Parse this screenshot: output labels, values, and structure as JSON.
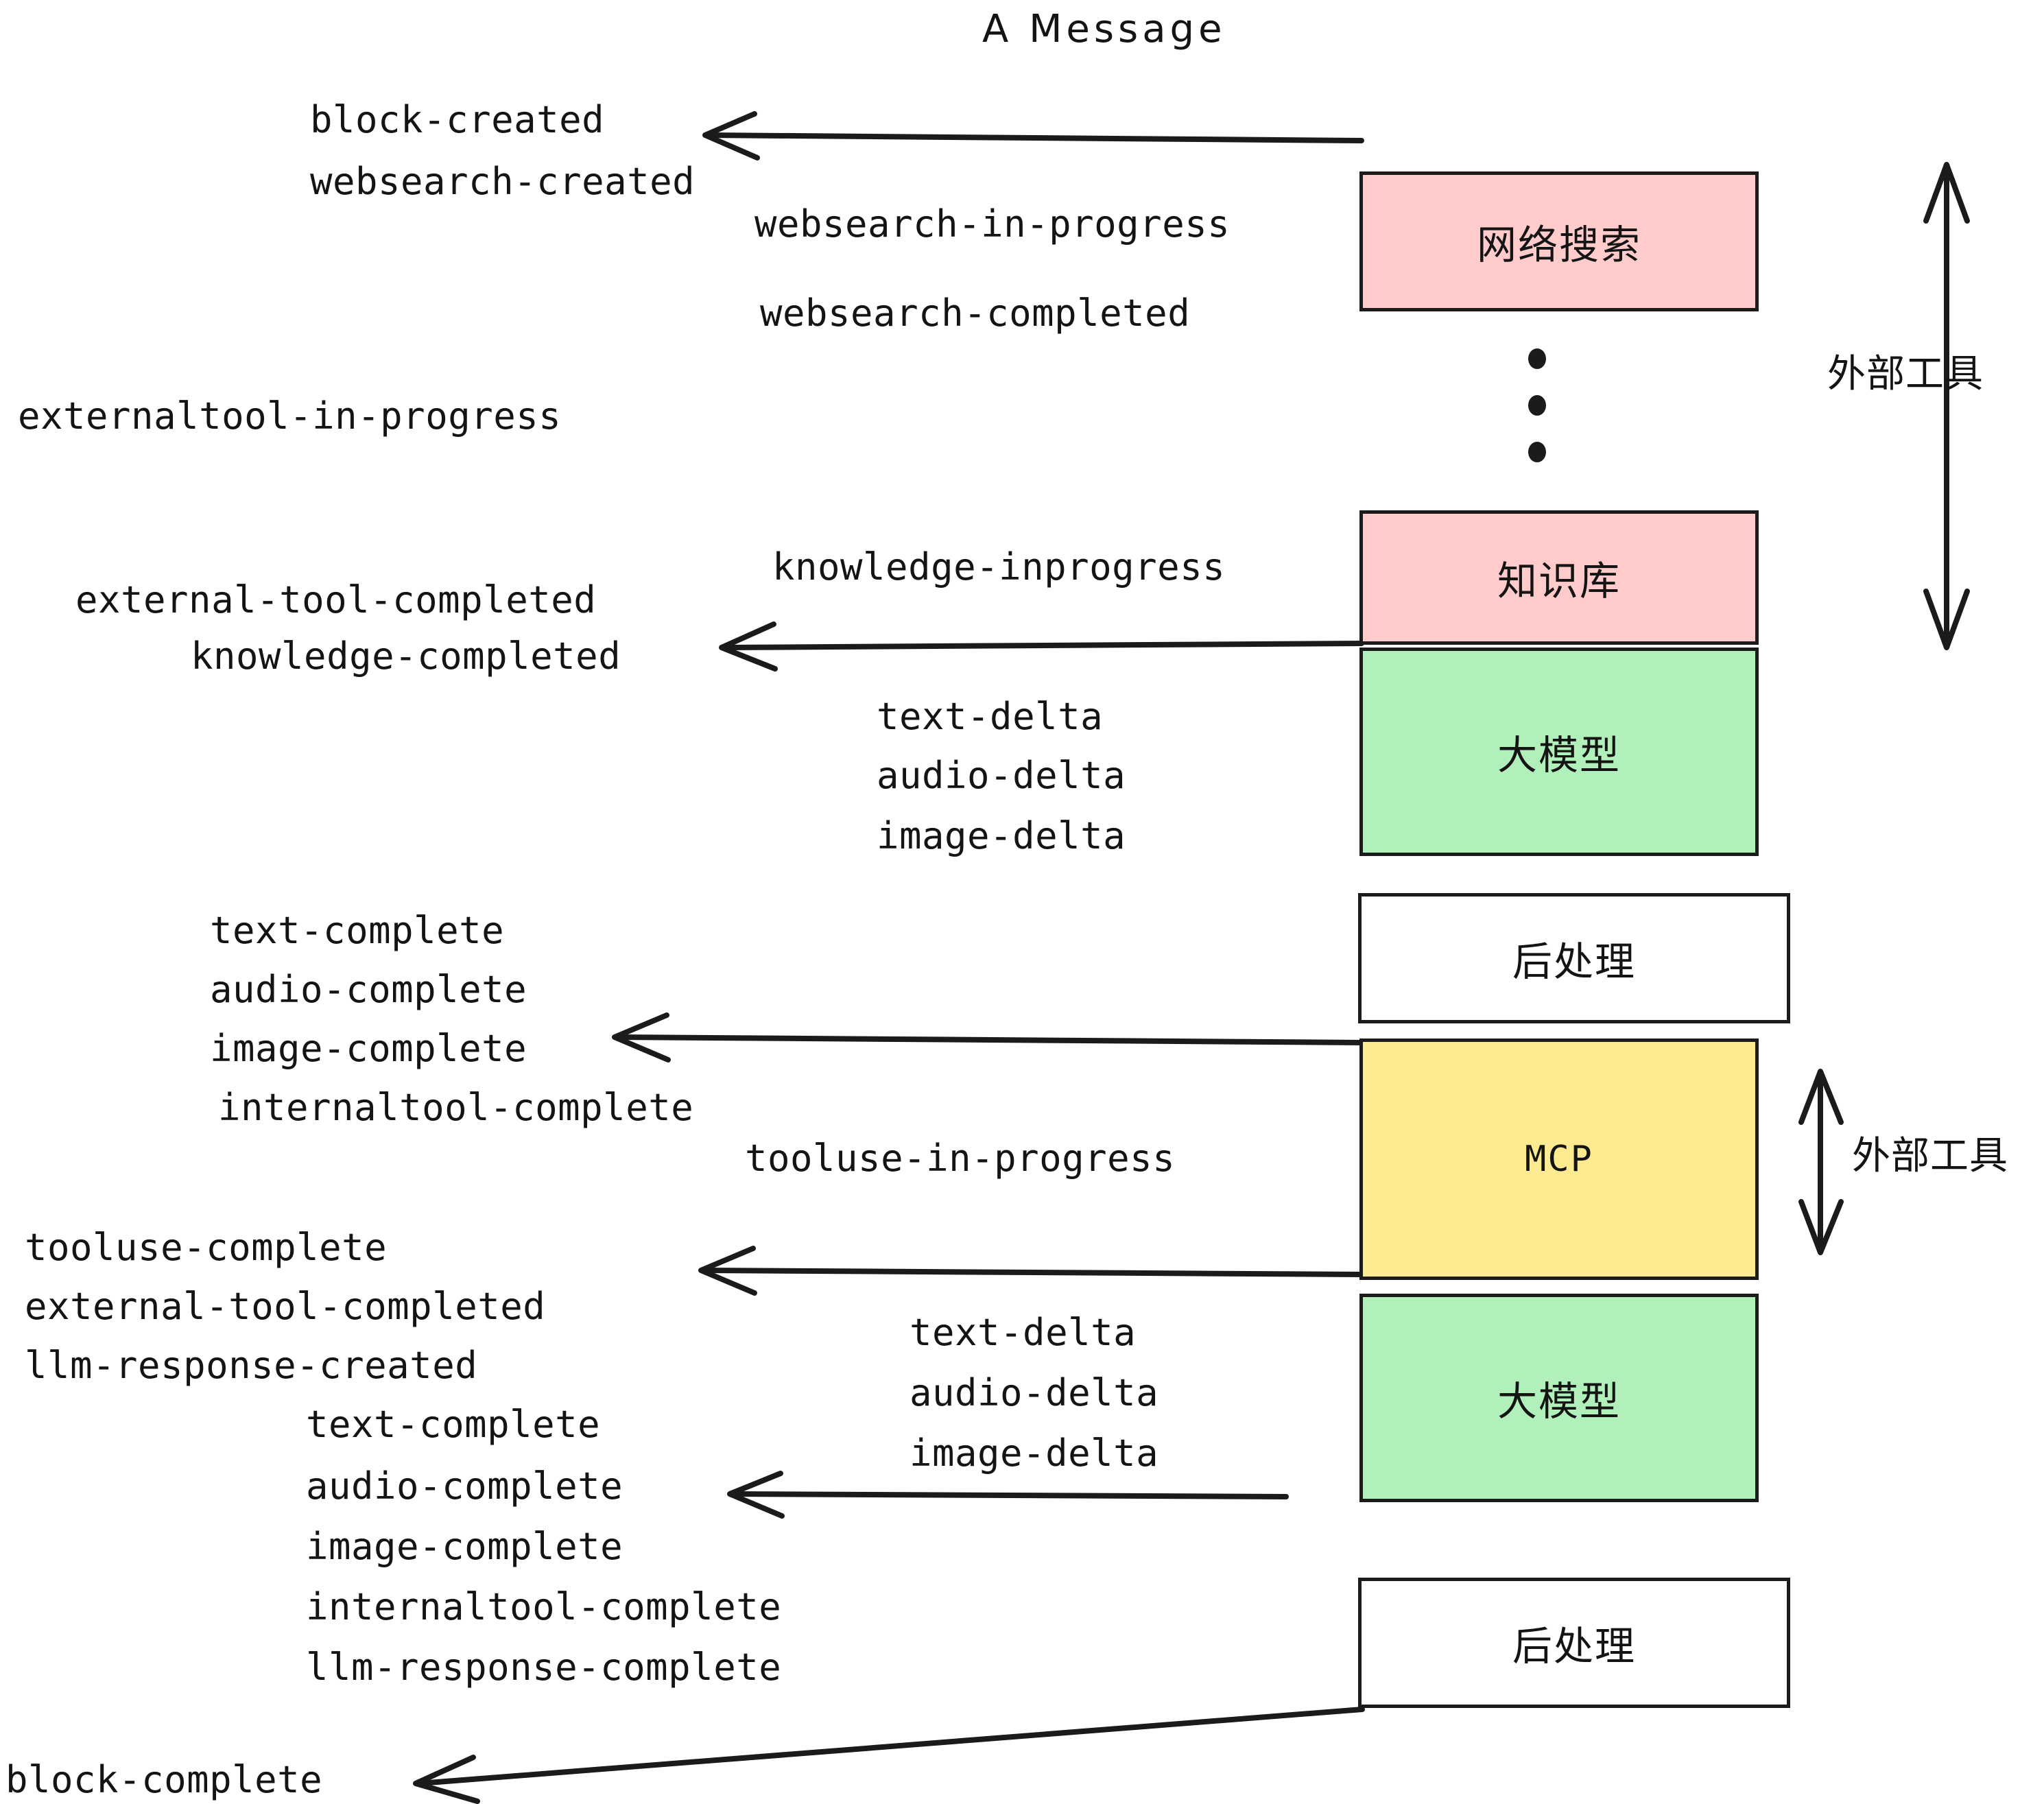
{
  "title": "A Message",
  "colors": {
    "pink": "#ffcbcb",
    "green": "#b1f0ba",
    "yellow": "#feeb91",
    "white": "#ffffff",
    "stroke": "#1b1b1b",
    "background": "#ffffff"
  },
  "boxes": [
    {
      "label": "网络搜索",
      "fill": "pink",
      "kind": "external-tool"
    },
    {
      "label": "知识库",
      "fill": "pink",
      "kind": "external-tool"
    },
    {
      "label": "大模型",
      "fill": "green",
      "kind": "llm"
    },
    {
      "label": "后处理",
      "fill": "white",
      "kind": "post-process"
    },
    {
      "label": "MCP",
      "fill": "yellow",
      "kind": "external-tool"
    },
    {
      "label": "大模型",
      "fill": "green",
      "kind": "llm"
    },
    {
      "label": "后处理",
      "fill": "white",
      "kind": "post-process"
    }
  ],
  "group_labels": [
    {
      "label": "外部工具"
    },
    {
      "label": "外部工具"
    }
  ],
  "ellipsis": {
    "dot_count": 3
  },
  "events": [
    {
      "text": "block-created"
    },
    {
      "text": "websearch-created"
    },
    {
      "text": "websearch-in-progress"
    },
    {
      "text": "websearch-completed"
    },
    {
      "text": "externaltool-in-progress"
    },
    {
      "text": "knowledge-inprogress"
    },
    {
      "text": "external-tool-completed"
    },
    {
      "text": "knowledge-completed"
    },
    {
      "text": "text-delta"
    },
    {
      "text": "audio-delta"
    },
    {
      "text": "image-delta"
    },
    {
      "text": "text-complete"
    },
    {
      "text": "audio-complete"
    },
    {
      "text": "image-complete"
    },
    {
      "text": "internaltool-complete"
    },
    {
      "text": "tooluse-in-progress"
    },
    {
      "text": "tooluse-complete"
    },
    {
      "text": "external-tool-completed"
    },
    {
      "text": "llm-response-created"
    },
    {
      "text": "text-complete"
    },
    {
      "text": "audio-complete"
    },
    {
      "text": "image-complete"
    },
    {
      "text": "internaltool-complete"
    },
    {
      "text": "llm-response-complete"
    },
    {
      "text": "text-delta"
    },
    {
      "text": "audio-delta"
    },
    {
      "text": "image-delta"
    },
    {
      "text": "block-complete"
    }
  ]
}
